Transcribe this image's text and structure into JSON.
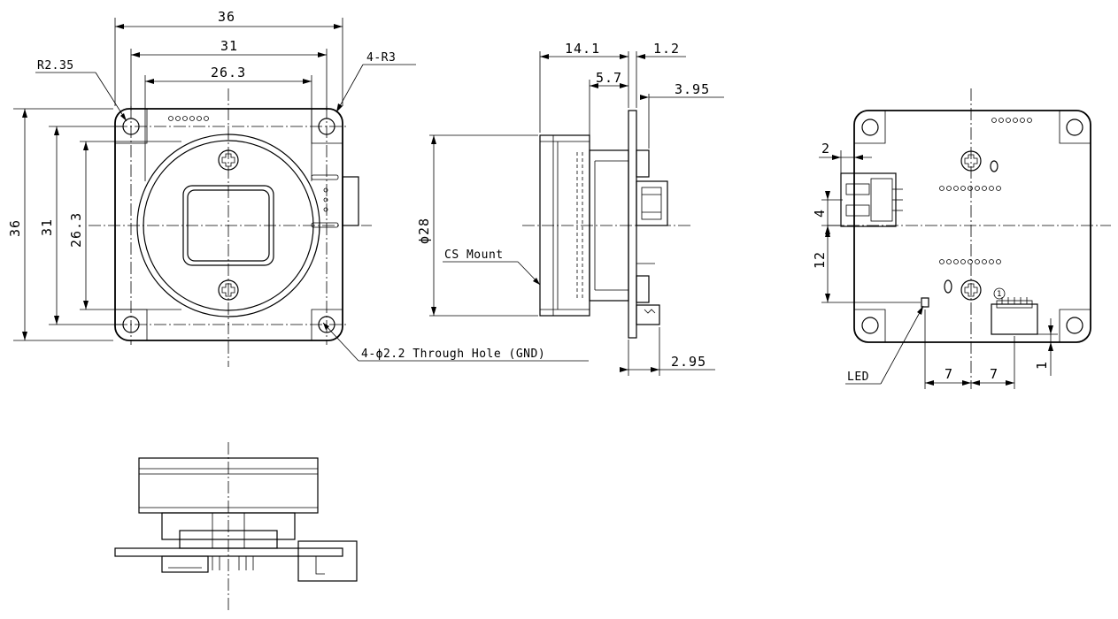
{
  "front_view": {
    "dim_width_outer": "36",
    "dim_width_holes": "31",
    "dim_width_inner": "26.3",
    "dim_height_outer": "36",
    "dim_height_holes": "31",
    "dim_height_inner": "26.3",
    "corner_radius_label": "R2.35",
    "outer_radius_label": "4-R3",
    "through_hole_label": "4-ϕ2.2 Through Hole (GND)"
  },
  "side_view": {
    "dim_depth": "14.1",
    "dim_pcb_thickness": "1.2",
    "dim_connector_offset": "5.7",
    "dim_usb_offset": "3.95",
    "dim_bottom_connector": "2.95",
    "dim_diameter": "ϕ28",
    "mount_label": "CS Mount"
  },
  "back_view": {
    "dim_usb_overhang": "2",
    "dim_usb_height": "4",
    "dim_usb_center": "12",
    "dim_led_x": "7",
    "dim_connector_x": "7",
    "dim_connector_edge": "1",
    "led_label": "LED",
    "pin1_label": "1"
  }
}
